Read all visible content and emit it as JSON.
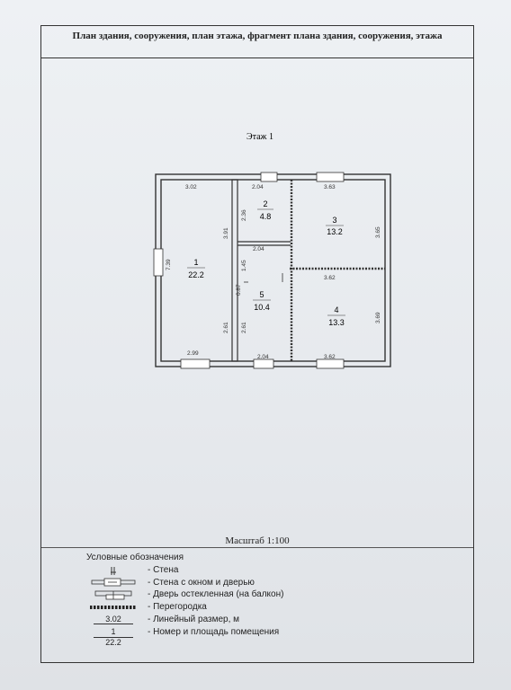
{
  "document": {
    "title": "План здания, сооружения, план этажа, фрагмент плана здания, сооружения, этажа",
    "floor_label": "Этаж 1",
    "scale": "Масштаб 1:100"
  },
  "rooms": [
    {
      "number": "1",
      "area": "22.2"
    },
    {
      "number": "2",
      "area": "4.8"
    },
    {
      "number": "3",
      "area": "13.2"
    },
    {
      "number": "4",
      "area": "13.3"
    },
    {
      "number": "5",
      "area": "10.4"
    }
  ],
  "dimensions": {
    "r1_top": "3.02",
    "r1_right": "3.91",
    "r1_left": "7.39",
    "r1_bottom": "2.99",
    "r1_small": "0.87",
    "r1_right_low": "2.61",
    "r2_top": "2.04",
    "r2_left": "2.36",
    "r2_bottom": "2.04",
    "r5_left_mid": "1.45",
    "r5_left_low": "2.61",
    "r5_bottom": "2.04",
    "r3_top": "3.63",
    "r3_right": "3.65",
    "r3_bottom": "3.62",
    "r4_right": "3.69",
    "r4_bottom": "3.62"
  },
  "legend": {
    "title": "Условные обозначения",
    "items": [
      {
        "sample": "",
        "desc": "- Стена"
      },
      {
        "sample": "",
        "desc": "- Стена с окном и дверью"
      },
      {
        "sample": "",
        "desc": "- Дверь остекленная (на балкон)"
      },
      {
        "sample": "",
        "desc": "- Перегородка"
      },
      {
        "sample": "3.02",
        "desc": "- Линейный размер, м"
      },
      {
        "sample": "1",
        "sample2": "22.2",
        "desc": "- Номер и площадь помещения"
      }
    ]
  }
}
